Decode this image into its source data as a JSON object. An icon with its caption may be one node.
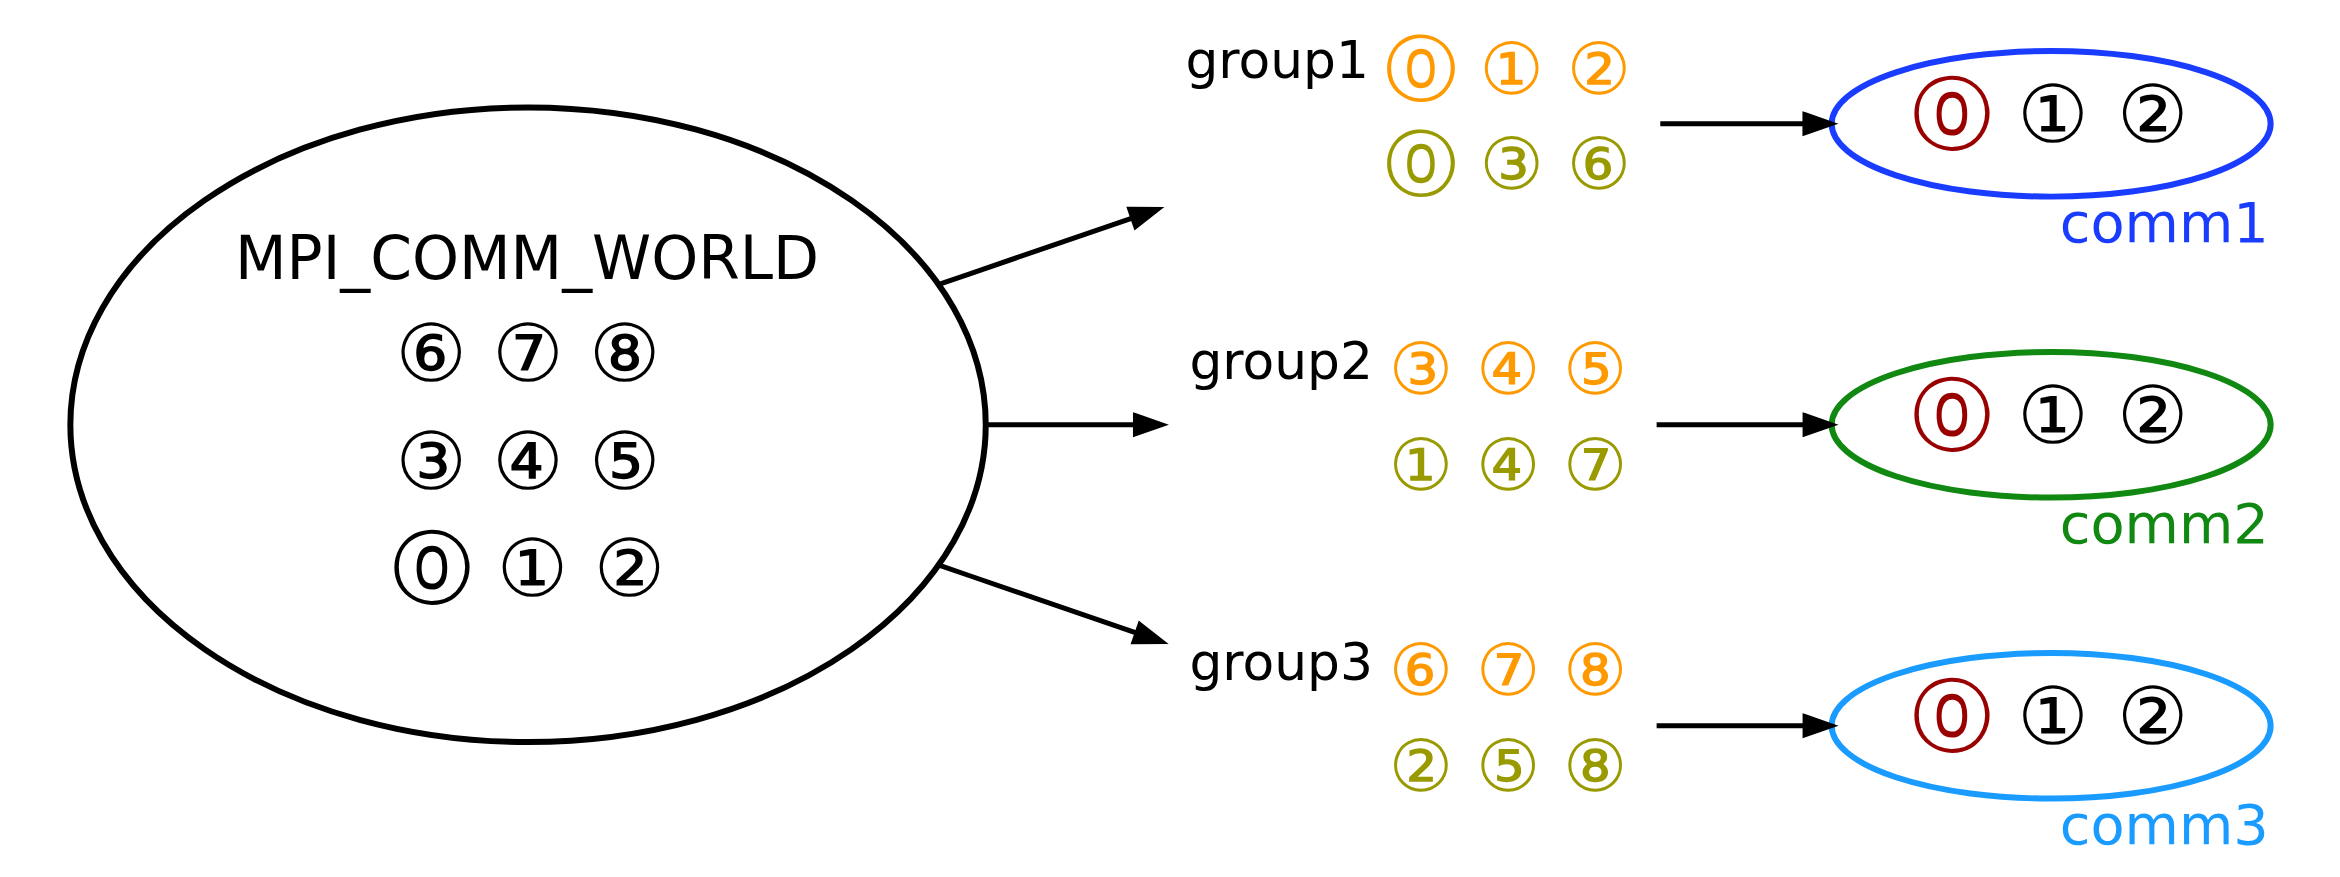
{
  "diagram": {
    "nodes": [
      {
        "text": [
          "MPI_COMM_WORLD",
          "⑥ ⑦ ⑧",
          "③ ④ ⑤",
          "⓪ ① ②"
        ]
      },
      {
        "text": [
          "group1",
          "⓪ ① ②",
          "⓪ ③ ⑥"
        ]
      },
      {
        "text": [
          "group2",
          "③ ④ ⑤",
          "① ④ ⑦"
        ]
      },
      {
        "text": [
          "group3",
          "⑥ ⑦ ⑧",
          "② ⑤ ⑧"
        ]
      },
      {
        "text": [
          "⓪ ① ②"
        ],
        "beside": [
          "comm1"
        ]
      },
      {
        "text": [
          "⓪ ① ②"
        ],
        "beside": [
          "comm2"
        ]
      },
      {
        "text": [
          "⓪ ① ②"
        ],
        "beside": [
          "comm3"
        ]
      }
    ],
    "edges": [
      {
        "from": 0,
        "to": 1,
        "arrow": "to"
      },
      {
        "from": 0,
        "to": 2,
        "arrow": "to"
      },
      {
        "from": 0,
        "to": 3,
        "arrow": "to"
      },
      {
        "from": 1,
        "to": 4,
        "arrow": "to"
      },
      {
        "from": 2,
        "to": 5,
        "arrow": "to"
      },
      {
        "from": 3,
        "to": 6,
        "arrow": "to"
      }
    ]
  }
}
